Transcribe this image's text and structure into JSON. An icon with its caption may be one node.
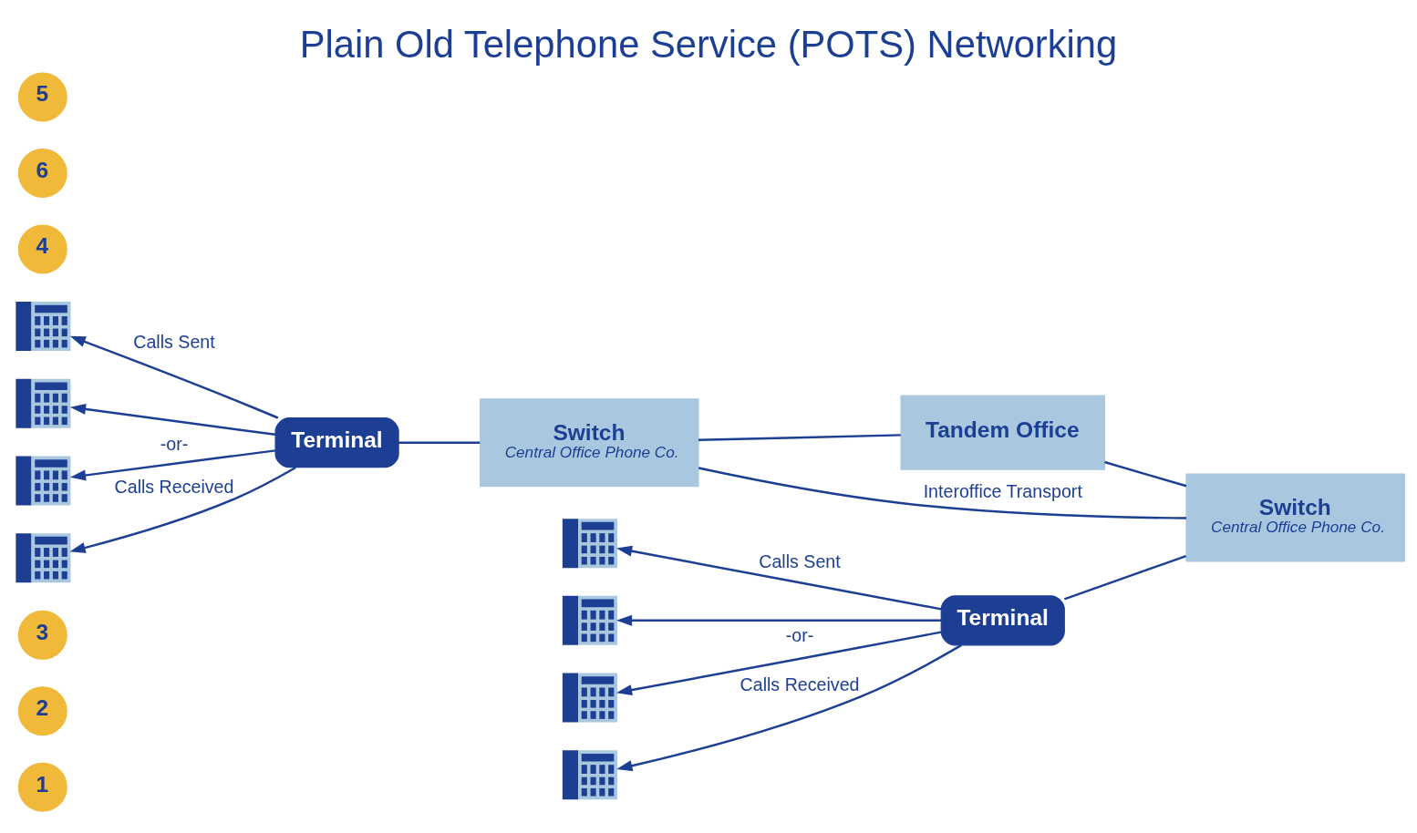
{
  "diagram": {
    "title": "Plain Old Telephone Service (POTS) Networking",
    "nodes": [
      {
        "text": [
          "1"
        ]
      },
      {
        "text": [
          "2"
        ]
      },
      {
        "text": [
          "3"
        ]
      },
      {
        "text": [],
        "shape": "picture"
      },
      {
        "text": [],
        "shape": "picture"
      },
      {
        "text": [],
        "shape": "picture"
      },
      {
        "text": [],
        "shape": "picture"
      },
      {
        "text": [
          "Terminal"
        ]
      },
      {
        "text": [
          "Switch",
          "Central Office Phone Co."
        ]
      },
      {
        "text": [
          "Tandem Office"
        ]
      },
      {
        "text": [
          "4"
        ]
      },
      {
        "text": [],
        "shape": "picture"
      },
      {
        "text": [],
        "shape": "picture"
      },
      {
        "text": [],
        "shape": "picture"
      },
      {
        "text": [],
        "shape": "picture"
      },
      {
        "text": [
          "6"
        ]
      },
      {
        "text": [
          "Terminal"
        ]
      },
      {
        "text": [
          "5"
        ]
      },
      {
        "text": [
          "Switch",
          "Central Office Phone Co."
        ]
      }
    ],
    "edges": [
      {
        "from": 7,
        "to": 3,
        "arrow": "to",
        "label": "Calls Sent"
      },
      {
        "from": 7,
        "to": 4,
        "arrow": "to"
      },
      {
        "from": 7,
        "to": 5,
        "arrow": "to",
        "label": "-or-"
      },
      {
        "from": 7,
        "to": 6,
        "arrow": "to",
        "label": "Calls Received"
      },
      {
        "from": 7,
        "to": 8,
        "arrow": "none"
      },
      {
        "from": 8,
        "to": 9,
        "arrow": "none"
      },
      {
        "from": 8,
        "to": 18,
        "arrow": "none",
        "label": "Interoffice Transport"
      },
      {
        "from": 9,
        "to": 18,
        "arrow": "none"
      },
      {
        "from": 16,
        "to": 11,
        "arrow": "to",
        "label": "Calls Sent"
      },
      {
        "from": 16,
        "to": 12,
        "arrow": "to"
      },
      {
        "from": 16,
        "to": 13,
        "arrow": "to",
        "label": "-or-"
      },
      {
        "from": 16,
        "to": 14,
        "arrow": "to",
        "label": "Calls Received"
      },
      {
        "from": 16,
        "to": 18,
        "arrow": "none"
      }
    ]
  }
}
